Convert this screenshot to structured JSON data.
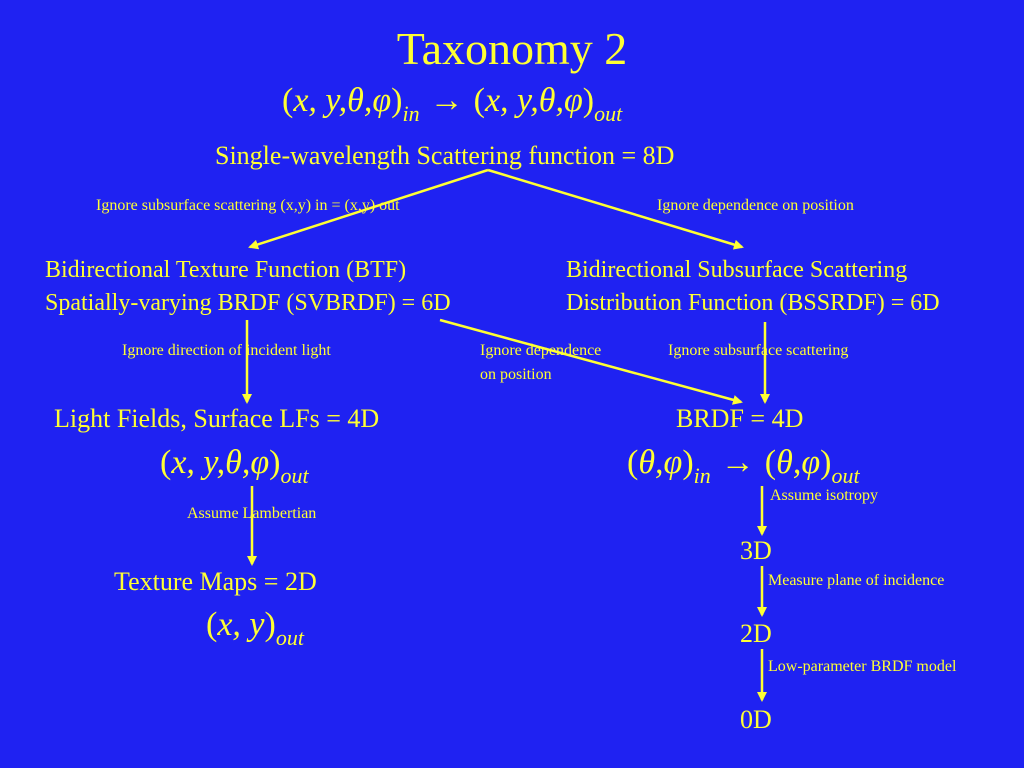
{
  "slide": {
    "title": "Taxonomy 2",
    "formula_top": {
      "in_vars": "x, y,θ,φ",
      "in_sub": "in",
      "arrow": "→",
      "out_vars": "x, y,θ,φ",
      "out_sub": "out"
    },
    "root_label": "Single-wavelength Scattering function = 8D",
    "edge_left_root": "Ignore subsurface scattering (x,y) in = (x,y) out",
    "edge_right_root": "Ignore dependence on position",
    "btf_line1": "Bidirectional Texture Function (BTF)",
    "btf_line2": "Spatially-varying BRDF (SVBRDF)  = 6D",
    "bssrdf_line1": "Bidirectional Subsurface Scattering",
    "bssrdf_line2": "Distribution Function (BSSRDF) = 6D",
    "edge_incident": "Ignore direction of incident light",
    "edge_position_line1": "Ignore dependence",
    "edge_position_line2": "on position",
    "edge_subsurface": "Ignore subsurface scattering",
    "lightfields_label": "Light Fields, Surface LFs = 4D",
    "lightfields_formula": {
      "vars": "x, y,θ,φ",
      "sub": "out"
    },
    "brdf_label": "BRDF = 4D",
    "brdf_formula": {
      "in_vars": "θ,φ",
      "in_sub": "in",
      "arrow": "→",
      "out_vars": "θ,φ",
      "out_sub": "out"
    },
    "edge_lambertian": "Assume Lambertian",
    "edge_isotropy": "Assume isotropy",
    "texture_label": "Texture Maps = 2D",
    "texture_formula": {
      "vars": "x, y",
      "sub": "out"
    },
    "node_3d": "3D",
    "edge_plane": "Measure plane of incidence",
    "node_2d": "2D",
    "edge_lowparam": "Low-parameter BRDF model",
    "node_0d": "0D"
  },
  "colors": {
    "background": "#1f22f2",
    "foreground": "#ffff33"
  }
}
